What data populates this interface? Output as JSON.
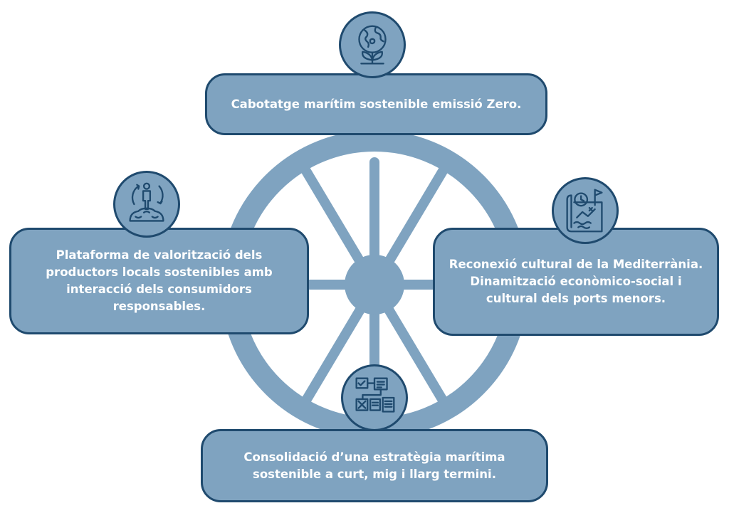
{
  "diagram": {
    "nodes": [
      {
        "id": "top",
        "text": "Cabotatge marítim sostenible emissió Zero.",
        "icon": "globe-leaves-icon"
      },
      {
        "id": "left",
        "text": "Plataforma de valorització dels\nproductors locals sostenibles amb\ninteracció dels consumidors\nresponsables.",
        "icon": "person-cycle-icon"
      },
      {
        "id": "right",
        "text": "Reconexió cultural de la Mediterrània.\nDinamització econòmico-social i\ncultural dels ports menors.",
        "icon": "map-clock-icon"
      },
      {
        "id": "bottom",
        "text": "Consolidació d’una estratègia marítima\nsostenible a curt, mig i llarg termini.",
        "icon": "strategy-board-icon"
      }
    ],
    "colors": {
      "wheel": "#7fa3c0",
      "box_fill": "#7fa3c0",
      "box_border": "#1f4a6e",
      "icon_stroke": "#1f4a6e",
      "text": "#ffffff"
    }
  }
}
